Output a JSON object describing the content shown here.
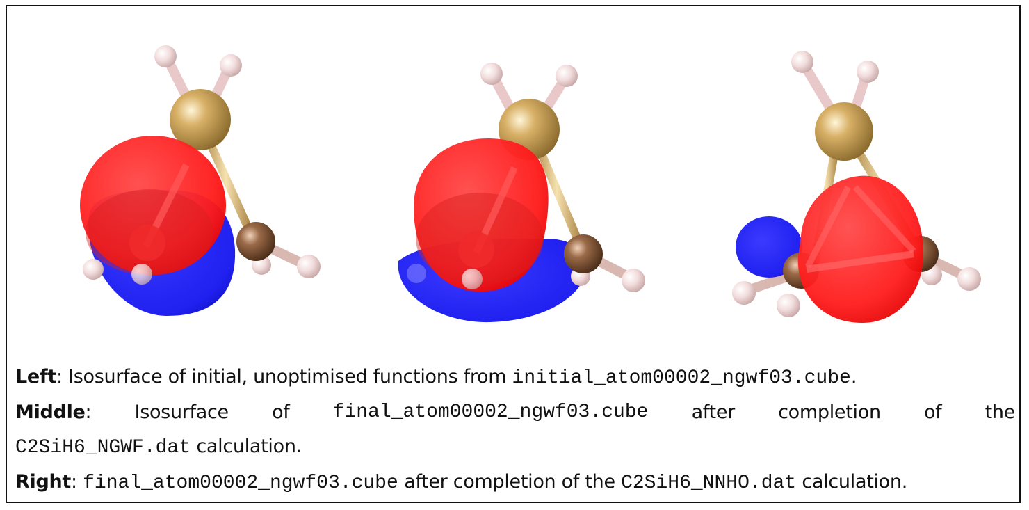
{
  "caption": {
    "left": {
      "label": "Left",
      "text1": ": Isosurface of initial, unoptimised functions from ",
      "file": "initial_atom00002_ngwf03.cube",
      "text2": "."
    },
    "middle": {
      "label": "Middle",
      "w1": ":",
      "w2": "Isosurface",
      "w3": "of",
      "file": "final_atom00002_ngwf03.cube",
      "w4": "after",
      "w5": "completion",
      "w6": "of",
      "w7": "the",
      "file2": "C2SiH6_NGWF.dat",
      "text2": " calculation."
    },
    "right": {
      "label": "Right",
      "text1": ": ",
      "file": "final_atom00002_ngwf03.cube",
      "text2": " after completion of the ",
      "file2": "C2SiH6_NNHO.dat",
      "text3": " calculation."
    }
  },
  "colors": {
    "positive_lobe": "#ff2020",
    "negative_lobe": "#2626ff",
    "silicon": "#c8a055",
    "carbon": "#8a5a3a",
    "hydrogen": "#f4dede"
  },
  "icons": [
    "molecule-render-left",
    "molecule-render-middle",
    "molecule-render-right"
  ]
}
